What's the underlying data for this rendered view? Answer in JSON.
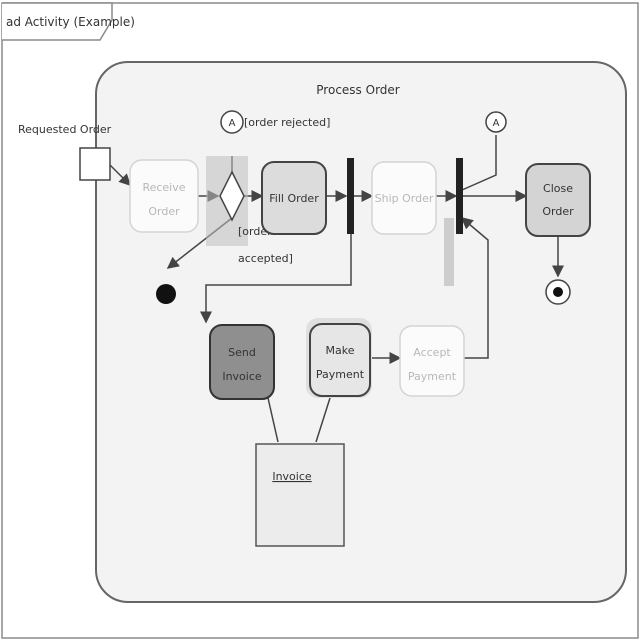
{
  "frame": {
    "title": "ad Activity (Example)"
  },
  "partition": {
    "title": "Process Order"
  },
  "input_parameter": {
    "label": "Requested Order"
  },
  "nodes": {
    "receive_order": {
      "line1": "Receive",
      "line2": "Order"
    },
    "fill_order": {
      "line1": "Fill Order"
    },
    "ship_order": {
      "line1": "Ship Order"
    },
    "close_order": {
      "line1": "Close",
      "line2": "Order"
    },
    "send_invoice": {
      "line1": "Send",
      "line2": "Invoice"
    },
    "make_payment": {
      "line1": "Make",
      "line2": "Payment"
    },
    "accept_payment": {
      "line1": "Accept",
      "line2": "Payment"
    },
    "invoice_object": {
      "label": "Invoice"
    }
  },
  "guards": {
    "rejected": "[order rejected]",
    "accepted_line1": "[order",
    "accepted_line2": "accepted]"
  },
  "connectors": {
    "left": "A",
    "right": "A"
  },
  "colors": {
    "stroke": "#444444",
    "action_fill": "#dcdcdc",
    "action_dark_fill": "#8f8f8f",
    "faded_fill": "#fbfbfb",
    "object_fill": "#ececec"
  }
}
